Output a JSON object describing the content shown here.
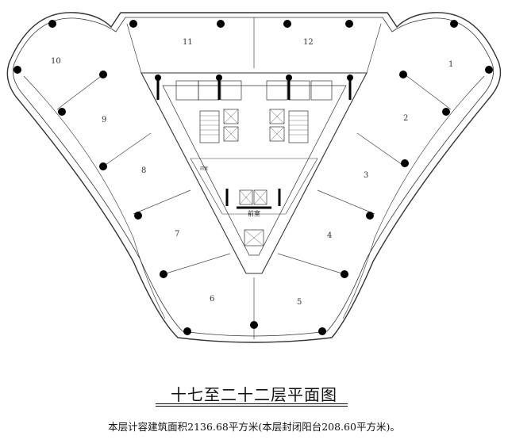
{
  "plan": {
    "title": "十七至二十二层平面图",
    "caption": "本层计容建筑面积2136.68平方米(本层封闭阳台208.60平方米)。",
    "lobby_label": "前室",
    "small_label": "前室",
    "units": [
      {
        "id": "1",
        "label": "1"
      },
      {
        "id": "2",
        "label": "2"
      },
      {
        "id": "3",
        "label": "3"
      },
      {
        "id": "4",
        "label": "4"
      },
      {
        "id": "5",
        "label": "5"
      },
      {
        "id": "6",
        "label": "6"
      },
      {
        "id": "7",
        "label": "7"
      },
      {
        "id": "8",
        "label": "8"
      },
      {
        "id": "9",
        "label": "9"
      },
      {
        "id": "10",
        "label": "10"
      },
      {
        "id": "11",
        "label": "11"
      },
      {
        "id": "12",
        "label": "12"
      }
    ],
    "colors": {
      "ink": "#111111",
      "line": "#333333",
      "column": "#000000",
      "bg": "#ffffff"
    }
  }
}
